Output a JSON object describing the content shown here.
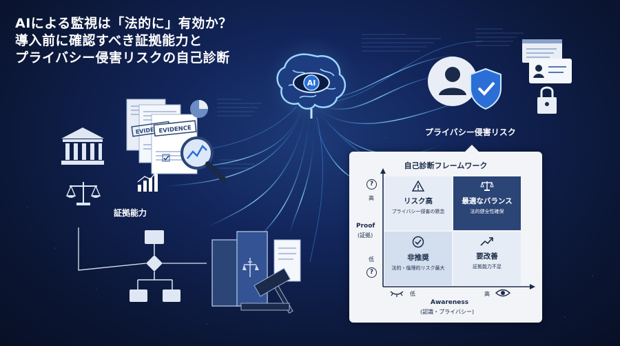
{
  "title": {
    "line1": "AIによる監視は「法的に」有効か？",
    "line2": "導入前に確認すべき証拠能力と",
    "line3": "プライバシー侵害リスクの自己診断"
  },
  "brain": {
    "label": "AI"
  },
  "evidence": {
    "stamp1": "EVIDENCE",
    "stamp2": "EVIDENCE",
    "label": "証拠能力"
  },
  "privacy": {
    "label": "プライバシー侵害リスク"
  },
  "framework": {
    "title": "自己診断フレームワーク",
    "y_axis": {
      "label": "Proof",
      "sub": "(証拠)",
      "high": "高",
      "low": "低"
    },
    "x_axis": {
      "label": "Awareness",
      "sub": "(認識・プライバシー)",
      "low": "低",
      "high": "高"
    },
    "quadrants": {
      "top_left": {
        "title": "リスク高",
        "desc": "プライバシー侵害の懸念",
        "icon": "warning-icon"
      },
      "top_right": {
        "title": "最適なバランス",
        "desc": "法的健全性確保",
        "icon": "scales-icon"
      },
      "bottom_left": {
        "title": "非推奨",
        "desc": "法的・倫理的リスク最大",
        "icon": "check-circle-icon"
      },
      "bottom_right": {
        "title": "要改善",
        "desc": "証拠能力不足",
        "icon": "trend-up-icon"
      }
    }
  },
  "colors": {
    "background": "#0e1a3a",
    "accent_blue": "#4aa8ff",
    "panel": "#f2f4f8",
    "cell_dark": "#2a4576",
    "cell_light": "#d3deee",
    "cell_mid": "#e6ecf5"
  }
}
